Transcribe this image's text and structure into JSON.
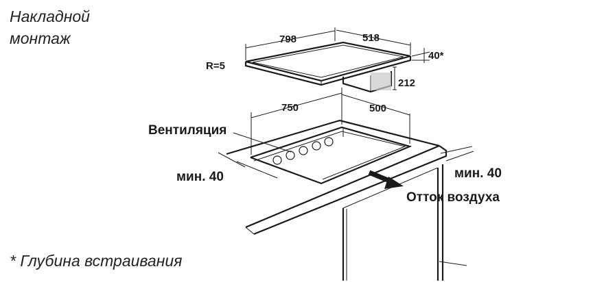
{
  "title": {
    "line1": "Накладной",
    "line2": "монтаж"
  },
  "footnote": "* Глубина встраивания",
  "hob": {
    "width": "798",
    "depth": "518",
    "thickness": "40*",
    "radius": "R=5",
    "unit_height": "212"
  },
  "cutout": {
    "width": "750",
    "depth": "500"
  },
  "labels": {
    "ventilation": "Вентиляция",
    "min_left": "мин. 40",
    "min_right": "мин. 40",
    "airflow": "Отток воздуха"
  }
}
